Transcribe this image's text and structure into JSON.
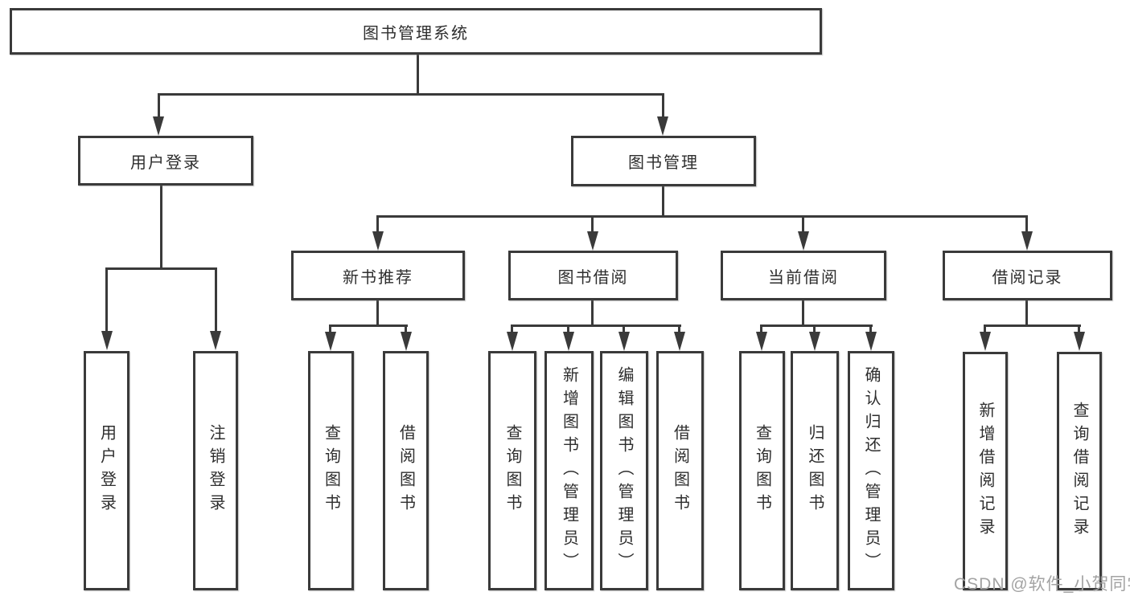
{
  "colors": {
    "line": "#3a3a3a",
    "text": "#2e2e2e",
    "box_bg": "#ffffff",
    "watermark": "#a3a3a3"
  },
  "watermark": "CSDN @软件_小贺同学",
  "tree": {
    "label": "图书管理系统",
    "children": [
      {
        "label": "用户登录",
        "children": [
          {
            "label": "用户登录"
          },
          {
            "label": "注销登录"
          }
        ]
      },
      {
        "label": "图书管理",
        "children": [
          {
            "label": "新书推荐",
            "children": [
              {
                "label": "查询图书"
              },
              {
                "label": "借阅图书"
              }
            ]
          },
          {
            "label": "图书借阅",
            "children": [
              {
                "label": "查询图书"
              },
              {
                "label": "新增图书（管理员）"
              },
              {
                "label": "编辑图书（管理员）"
              },
              {
                "label": "借阅图书"
              }
            ]
          },
          {
            "label": "当前借阅",
            "children": [
              {
                "label": "查询图书"
              },
              {
                "label": "归还图书"
              },
              {
                "label": "确认归还（管理员）"
              }
            ]
          },
          {
            "label": "借阅记录",
            "children": [
              {
                "label": "新增借阅记录"
              },
              {
                "label": "查询借阅记录"
              }
            ]
          }
        ]
      }
    ]
  }
}
